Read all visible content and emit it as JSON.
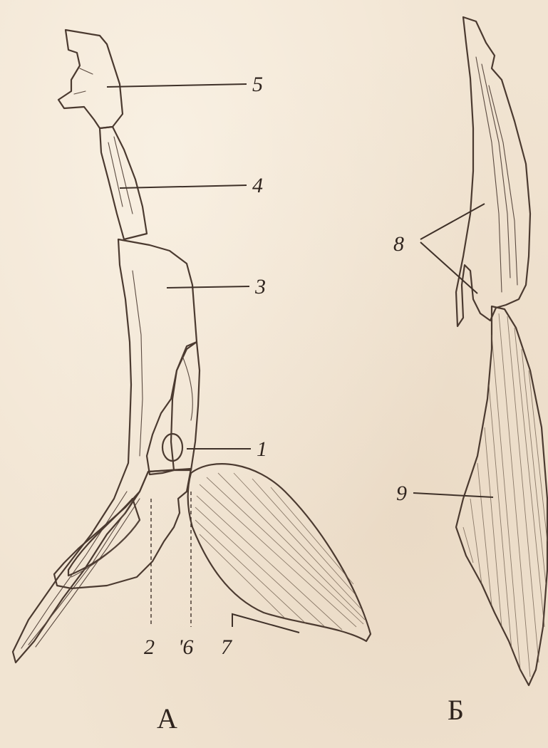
{
  "labels": {
    "n1": "1",
    "n2": "2",
    "n3": "3",
    "n4": "4",
    "n5": "5",
    "n6": "'6",
    "n7": "7",
    "n8": "8",
    "n9": "9"
  },
  "panels": {
    "left": "А",
    "right": "Б"
  }
}
